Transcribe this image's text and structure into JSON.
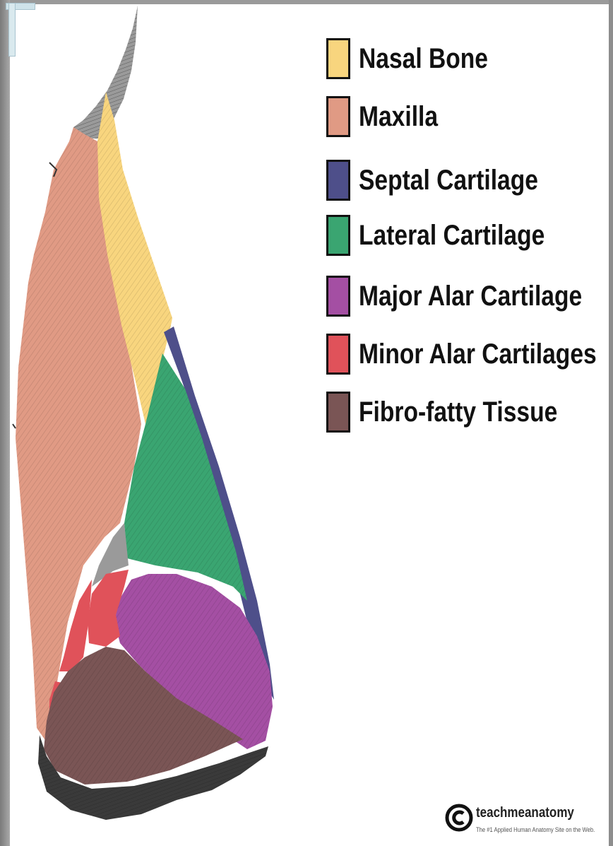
{
  "legend": {
    "items": [
      {
        "id": "nasal-bone",
        "label": "Nasal Bone",
        "color": "#F8D57E"
      },
      {
        "id": "maxilla",
        "label": "Maxilla",
        "color": "#E09A84"
      },
      {
        "id": "septal-cartilage",
        "label": "Septal Cartilage",
        "color": "#4E4F8A"
      },
      {
        "id": "lateral-cartilage",
        "label": "Lateral Cartilage",
        "color": "#3AA571"
      },
      {
        "id": "major-alar-cartilage",
        "label": "Major Alar Cartilage",
        "color": "#A44FA3"
      },
      {
        "id": "minor-alar-cartilages",
        "label": "Minor Alar Cartilages",
        "color": "#E0525A"
      },
      {
        "id": "fibro-fatty-tissue",
        "label": "Fibro-fatty Tissue",
        "color": "#7A5555"
      }
    ]
  },
  "branding": {
    "logo_icon": "copyright-c-icon",
    "name": "teachmeanatomy",
    "tagline": "The #1 Applied Human Anatomy Site on the Web."
  }
}
